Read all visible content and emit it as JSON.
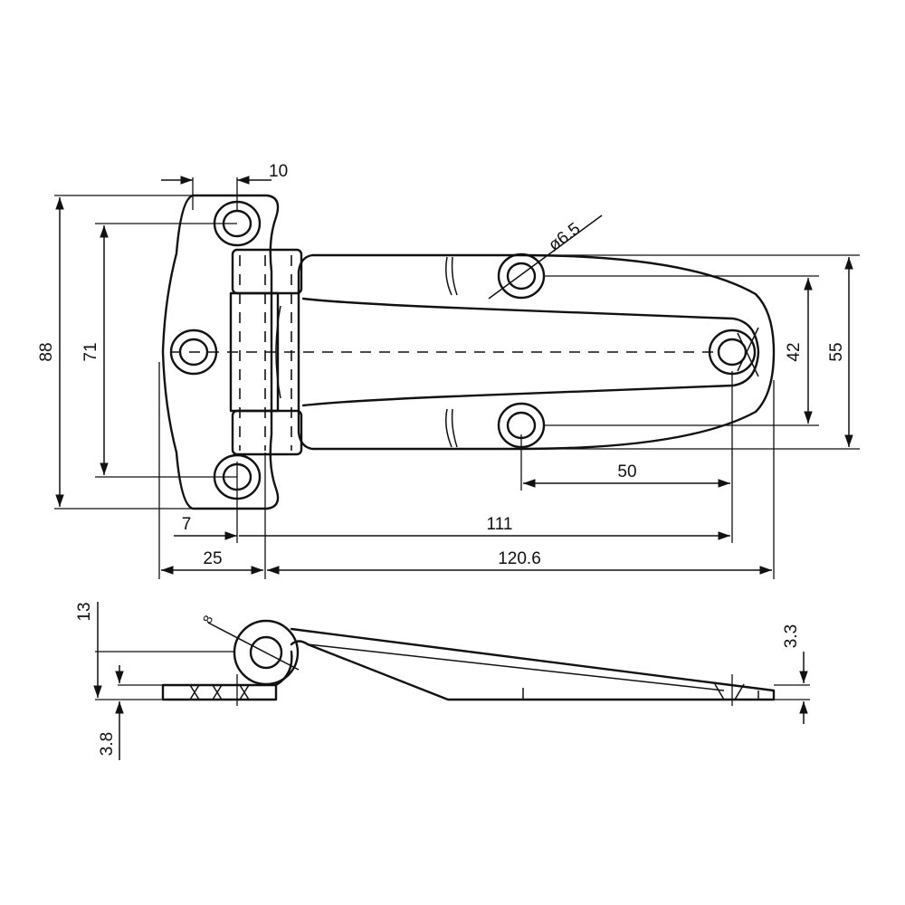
{
  "dimensions": {
    "hinge_width": "10",
    "hole_diameter": "ø6.5",
    "overall_height": "88",
    "hole_spacing_vertical": "71",
    "leaf_hole_spacing": "42",
    "leaf_height": "55",
    "leaf_hole_offset": "50",
    "knuckle_offset": "7",
    "leaf_length_to_hole": "111",
    "plate_width": "25",
    "leaf_length": "120.6",
    "pin_height": "13",
    "pin_diameter": "8",
    "leaf_thickness": "3.3",
    "plate_thickness": "3.8"
  }
}
